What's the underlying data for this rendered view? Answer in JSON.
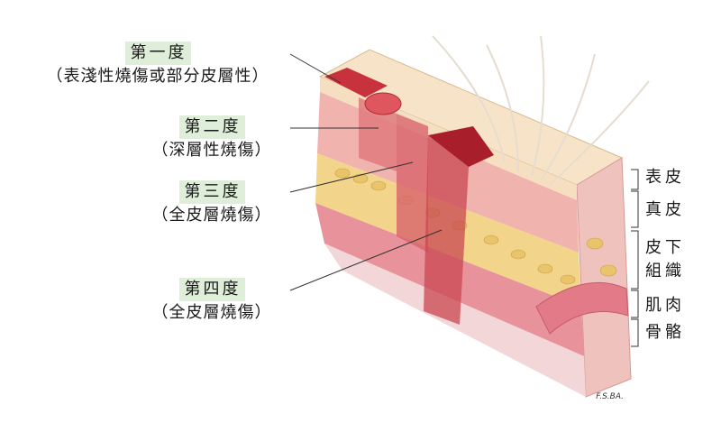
{
  "degrees": [
    {
      "label": "第一度",
      "desc": "（表淺性燒傷或部分皮層性）"
    },
    {
      "label": "第二度",
      "desc": "（深層性燒傷）"
    },
    {
      "label": "第三度",
      "desc": "（全皮層燒傷）"
    },
    {
      "label": "第四度",
      "desc": "（全皮層燒傷）"
    }
  ],
  "layers": {
    "epidermis": "表皮",
    "dermis": "真皮",
    "subcutaneous_1": "皮下",
    "subcutaneous_2": "組織",
    "muscle": "肌肉",
    "bone": "骨骼"
  },
  "credit": "F.S.BA.",
  "colors": {
    "label_bg": "#dfeed9",
    "epidermis": "#f6dfc0",
    "dermis": "#f0b3ad",
    "fat": "#f2d58a",
    "muscle": "#e8929c",
    "burn_dark": "#a81e2a"
  }
}
